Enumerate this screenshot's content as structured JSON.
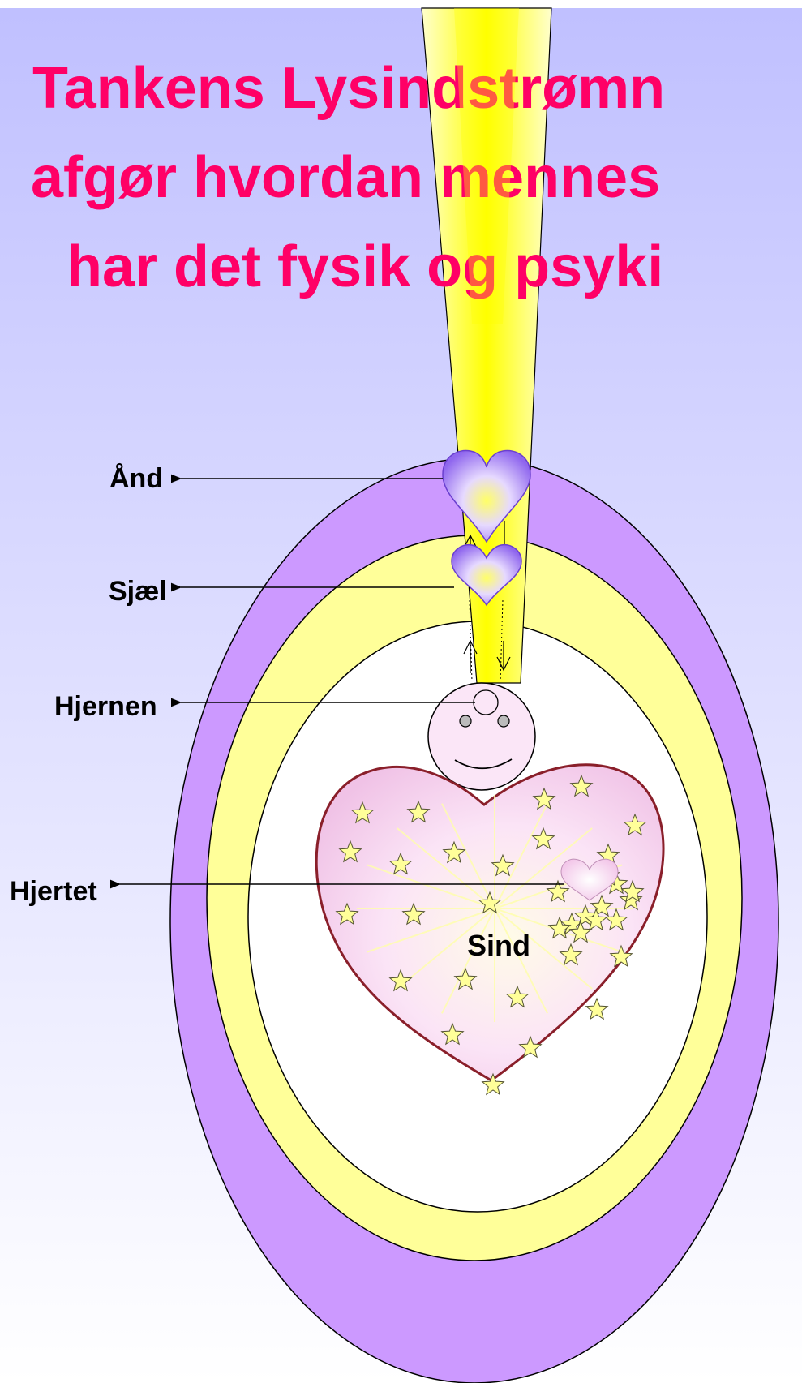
{
  "title_lines": [
    "Tankens Lysindstrømn",
    "afgør hvordan mennes",
    "har det fysik og psyki"
  ],
  "labels": {
    "aand": "Ånd",
    "sjael": "Sjæl",
    "hjernen": "Hjernen",
    "hjertet": "Hjertet",
    "sind": "Sind"
  },
  "colors": {
    "title": "#ff0066",
    "background_top": "#c0c0ff",
    "background_bottom": "#ffffff",
    "outer_oval": "#cc99ff",
    "middle_oval": "#ffff99",
    "inner_oval": "#ffffff",
    "light_beam": "#ffff00",
    "heart_symbol": "#9966ff",
    "big_heart": "#f7d6f0",
    "star": "#ffff99"
  }
}
